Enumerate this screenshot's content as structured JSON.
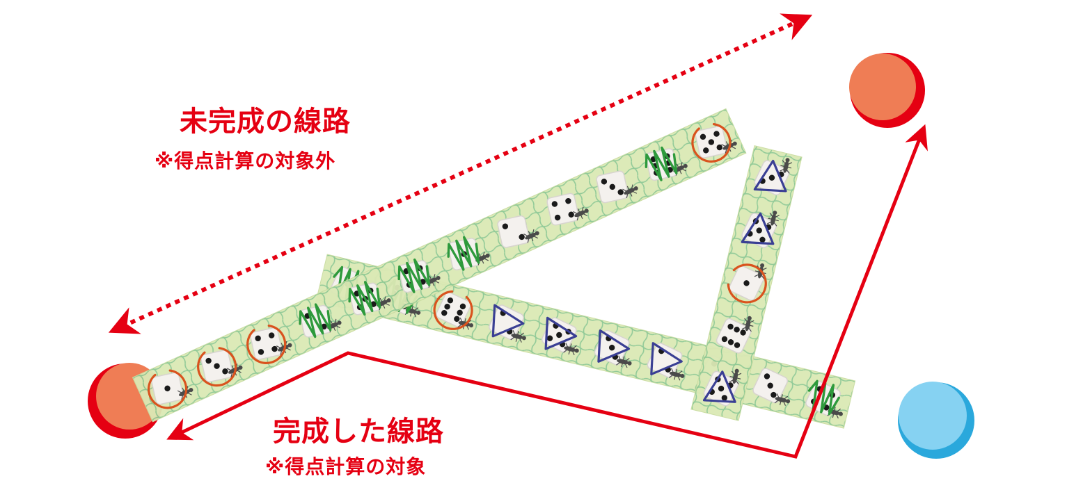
{
  "colors": {
    "accent_red": "#e50012",
    "strip_green": "#d8e8b0",
    "grid_green": "#7fc28a",
    "endpoint_orange": "#ef7d55",
    "endpoint_blue": "#7fd0f2",
    "mark_circle": "#d9531e",
    "mark_triangle": "#3a3f94",
    "mark_zigzag": "#2e9a3c"
  },
  "labels": {
    "incomplete_title": "未完成の線路",
    "incomplete_note": "※得点計算の対象外",
    "complete_title": "完成した線路",
    "complete_note": "※得点計算の対象"
  },
  "icons": [
    "dotted-arrow-icon",
    "solid-arrow-icon",
    "die-icon",
    "ant-icon",
    "circle-mark-icon",
    "triangle-mark-icon",
    "zigzag-mark-icon",
    "endpoint-orange-icon",
    "endpoint-blue-icon"
  ],
  "strips": {
    "top": [
      {
        "die": 1,
        "mark": "circle"
      },
      {
        "die": 3,
        "mark": "circle"
      },
      {
        "die": 4,
        "mark": "circle"
      },
      {
        "die": 2,
        "mark": "zigzag"
      },
      {
        "die": 5,
        "mark": "zigzag"
      },
      {
        "die": 4,
        "mark": "zigzag"
      },
      {
        "die": 1,
        "mark": "zigzag"
      },
      {
        "die": 2,
        "mark": "none"
      },
      {
        "die": 4,
        "mark": "none"
      },
      {
        "die": 3,
        "mark": "none"
      },
      {
        "die": 6,
        "mark": "zigzag"
      },
      {
        "die": 5,
        "mark": "circle"
      }
    ],
    "bottom": [
      {
        "die": 1,
        "mark": "zigzag"
      },
      {
        "die": 6,
        "mark": "zigzag"
      },
      {
        "die": 6,
        "mark": "circle"
      },
      {
        "die": 2,
        "mark": "triangle"
      },
      {
        "die": 5,
        "mark": "triangle"
      },
      {
        "die": 3,
        "mark": "triangle"
      },
      {
        "die": 2,
        "mark": "triangle"
      },
      {
        "die": 2,
        "mark": "none"
      },
      {
        "die": 3,
        "mark": "none"
      },
      {
        "die": 4,
        "mark": "zigzag"
      }
    ],
    "right": [
      {
        "die": 5,
        "mark": "triangle"
      },
      {
        "die": 6,
        "mark": "none"
      },
      {
        "die": 1,
        "mark": "circle"
      },
      {
        "die": 5,
        "mark": "triangle"
      },
      {
        "die": 3,
        "mark": "triangle"
      }
    ]
  }
}
